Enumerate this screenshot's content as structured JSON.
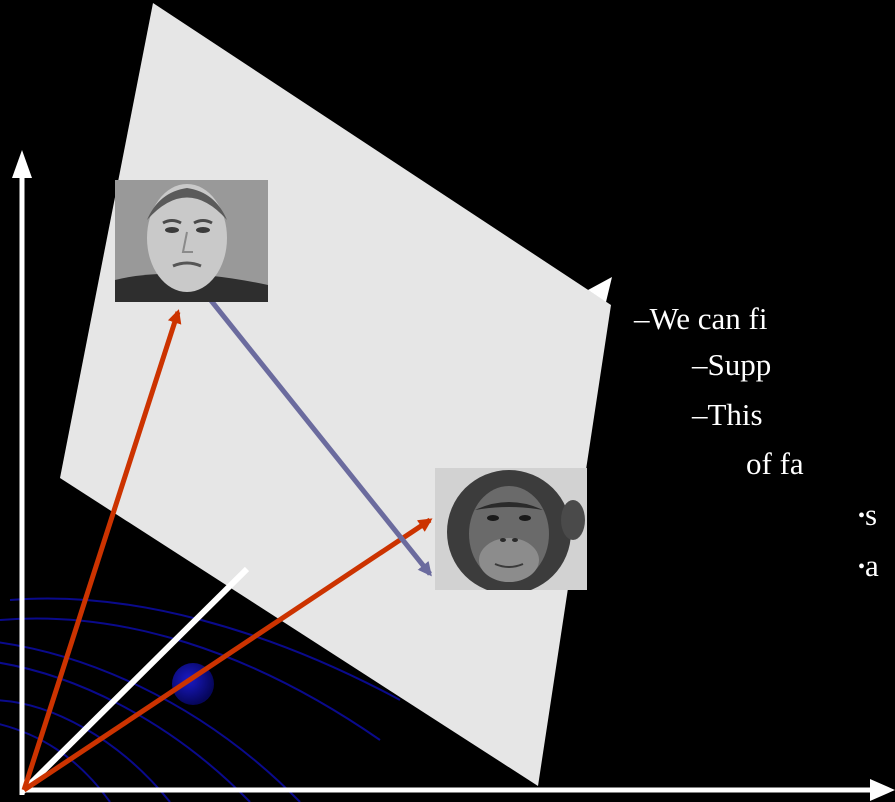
{
  "colors": {
    "background": "#000000",
    "plane": "#e6e6e6",
    "axes": "#ffffff",
    "position_vectors": "#cc3300",
    "difference_vector": "#6b6b9e",
    "swirl": "#0a0a8c",
    "text": "#ffffff"
  },
  "images": {
    "face_a": {
      "icon": "human-face-photo"
    },
    "face_b": {
      "icon": "chimpanzee-face-photo"
    }
  },
  "bullets": [
    {
      "marker": "–",
      "text": "We can fi"
    },
    {
      "marker": "–",
      "text": "Supp"
    },
    {
      "marker": "–",
      "text": "This"
    },
    {
      "marker": "",
      "text": "of fa"
    },
    {
      "marker": "•",
      "text": "s"
    },
    {
      "marker": "•",
      "text": "a"
    }
  ]
}
